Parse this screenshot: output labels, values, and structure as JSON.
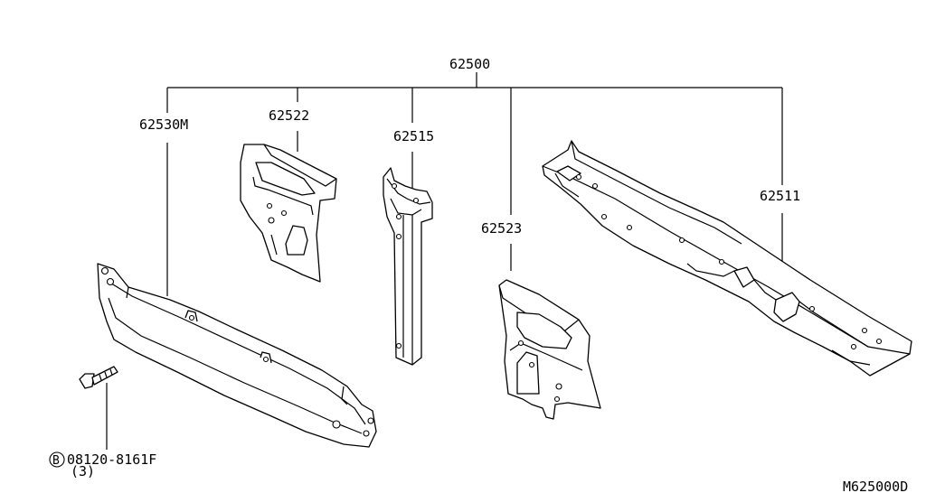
{
  "diagram": {
    "assembly_part_number": "62500",
    "parts": {
      "p62530m": "62530M",
      "p62522": "62522",
      "p62515": "62515",
      "p62523": "62523",
      "p62511": "62511"
    },
    "bolt": {
      "symbol": "B",
      "part_number": "08120-8161F",
      "quantity": "(3)"
    },
    "diagram_code": "M625000D"
  }
}
